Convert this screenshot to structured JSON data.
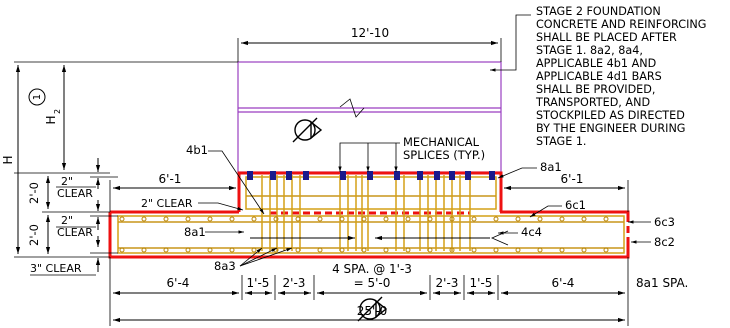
{
  "notes": {
    "stage2": [
      "STAGE 2 FOUNDATION",
      "CONCRETE AND REINFORCING",
      "SHALL BE PLACED AFTER",
      "STAGE 1. 8a2, 8a4,",
      "APPLICABLE 4b1 AND",
      "APPLICABLE 4d1 BARS",
      "SHALL BE PROVIDED,",
      "TRANSPORTED, AND",
      "STOCKPILED AS DIRECTED",
      "BY THE ENGINEER DURING",
      "STAGE 1."
    ]
  },
  "labels": {
    "width_top": "12'-10",
    "h2_main": "H",
    "h2_sub": "2",
    "circle_num": "1",
    "h_total": "H",
    "two_zero_top": "2'-0",
    "two_zero_bottom": "2'-0",
    "clear2_a_num": "2\"",
    "clear2_a_word": "CLEAR",
    "clear2_b_num": "2\"",
    "clear2_b_word": "CLEAR",
    "clear2_c": "2\" CLEAR",
    "clear3": "3\" CLEAR",
    "b4b1": "4b1",
    "mech1": "MECHANICAL",
    "mech2": "SPLICES (TYP.)",
    "a8a1_top": "8a1",
    "six_one_left": "6'-1",
    "six_one_right": "6'-1",
    "c6c1": "6c1",
    "c6c3": "6c3",
    "c8c2": "8c2",
    "a8a1_left": "8a1",
    "c4c4": "4c4",
    "a8a3": "8a3",
    "seg_6_4_left": "6'-4",
    "seg_1_5_left": "1'-5",
    "seg_2_3_left": "2'-3",
    "spa_line1": "4 SPA. @ 1'-3",
    "spa_line2": "= 5'-0",
    "seg_2_3_right": "2'-3",
    "seg_1_5_right": "1'-5",
    "seg_6_4_right": "6'-4",
    "spa_label": "8a1 SPA.",
    "total_width": "25'-0"
  },
  "colors": {
    "concrete_outline": "#ee1111",
    "rebar": "#d4a017",
    "stage2_outline": "#9a3fc0",
    "splice": "#1a1a8c"
  }
}
